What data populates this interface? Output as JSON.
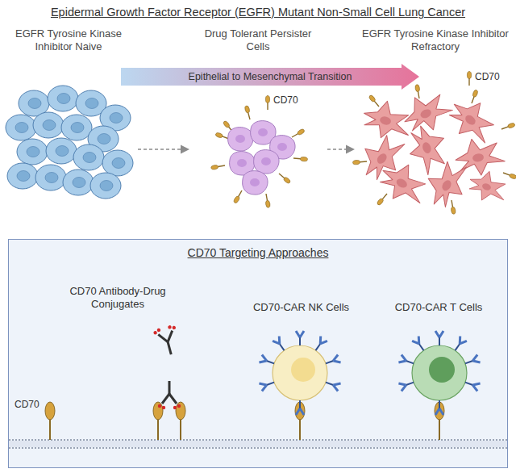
{
  "diagram": {
    "title": "Epidermal Growth Factor Receptor (EGFR) Mutant Non-Small Cell Lung Cancer",
    "nodes": [
      {
        "text": [
          "EGFR Tyrosine Kinase Inhibitor Naive"
        ]
      },
      {
        "text": [
          "Drug Tolerant Persister Cells"
        ]
      },
      {
        "text": [
          "EGFR Tyrosine Kinase Inhibitor Refractory"
        ]
      },
      {
        "text": [
          "Epithelial to Mesenchymal Transition"
        ]
      },
      {
        "text": [
          "CD70 Targeting Approaches"
        ]
      },
      {
        "text": [
          "CD70 Antibody-Drug Conjugates"
        ],
        "in": 4
      },
      {
        "text": [
          "CD70-CAR NK Cells"
        ],
        "in": 4
      },
      {
        "text": [
          "CD70-CAR T Cells"
        ],
        "in": 4
      }
    ],
    "edges": [
      {
        "from": 0,
        "to": 1,
        "arrow": "to"
      },
      {
        "from": 1,
        "to": 2,
        "arrow": "to"
      }
    ],
    "labels": [
      "CD70",
      "CD70",
      "CD70"
    ]
  }
}
